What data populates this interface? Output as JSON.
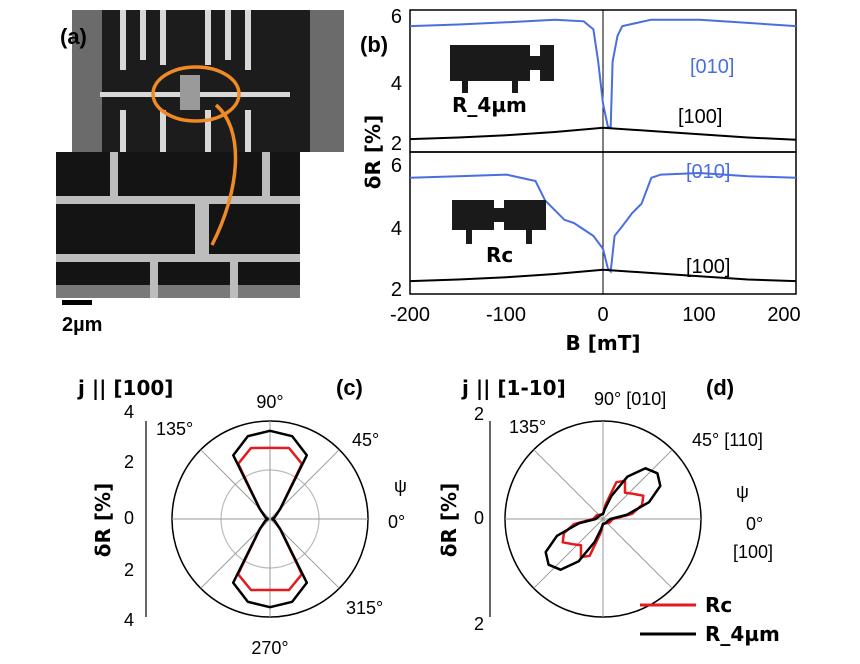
{
  "chart_data": [
    {
      "panel": "(a)",
      "type": "image",
      "scale_bar": "2µm"
    },
    {
      "panel": "(b)",
      "type": "line",
      "xlabel": "B [mT]",
      "ylabel": "δR [%]",
      "xlim": [
        -200,
        200
      ],
      "xticks": [
        "-200",
        "-100",
        "0",
        "100",
        "200"
      ],
      "subplots": [
        {
          "inset_label": "R_4µm",
          "ylim": [
            1.7,
            6.1
          ],
          "yticks": [
            "2",
            "4",
            "6"
          ],
          "series": [
            {
              "name": "[010]",
              "color": "#4a6ee0",
              "x": [
                -200,
                -150,
                -100,
                -50,
                -20,
                -10,
                -5,
                0,
                5,
                8,
                10,
                15,
                20,
                50,
                100,
                150,
                200
              ],
              "y": [
                5.6,
                5.65,
                5.72,
                5.8,
                5.75,
                5.5,
                4.5,
                3.2,
                2.5,
                2.45,
                4.5,
                5.3,
                5.6,
                5.8,
                5.8,
                5.7,
                5.6
              ]
            },
            {
              "name": "[100]",
              "color": "#000000",
              "x": [
                -200,
                -150,
                -100,
                -50,
                0,
                50,
                100,
                150,
                200
              ],
              "y": [
                2.1,
                2.15,
                2.22,
                2.32,
                2.45,
                2.35,
                2.25,
                2.15,
                2.08
              ]
            }
          ]
        },
        {
          "inset_label": "Rc",
          "ylim": [
            1.7,
            6.1
          ],
          "yticks": [
            "2",
            "4",
            "6"
          ],
          "series": [
            {
              "name": "[010]",
              "color": "#4a6ee0",
              "x": [
                -200,
                -150,
                -100,
                -70,
                -60,
                -40,
                -30,
                -20,
                -10,
                0,
                5,
                8,
                12,
                20,
                30,
                40,
                50,
                60,
                100,
                150,
                200
              ],
              "y": [
                5.3,
                5.35,
                5.4,
                5.2,
                4.6,
                4.0,
                3.9,
                3.7,
                3.5,
                3.1,
                2.5,
                2.4,
                3.5,
                3.8,
                4.2,
                4.5,
                5.3,
                5.4,
                5.45,
                5.35,
                5.3
              ]
            },
            {
              "name": "[100]",
              "color": "#000000",
              "x": [
                -200,
                -150,
                -100,
                -50,
                0,
                50,
                100,
                150,
                200
              ],
              "y": [
                2.1,
                2.15,
                2.22,
                2.32,
                2.45,
                2.35,
                2.25,
                2.15,
                2.1
              ]
            }
          ]
        }
      ]
    },
    {
      "panel": "(c)",
      "type": "polar",
      "title": "j || [100]",
      "ylabel": "δR [%]",
      "rmax": 4,
      "r_ticks_top": [
        "4",
        "2",
        "0"
      ],
      "r_ticks_bottom": [
        "2",
        "4"
      ],
      "angle_labels": [
        "90°",
        "45°",
        "0°",
        "315°",
        "270°",
        "135°"
      ],
      "psi_label": "ψ",
      "series": [
        {
          "name": "Rc",
          "color": "#e41a1c",
          "theta": [
            0,
            20,
            45,
            60,
            75,
            90,
            105,
            120,
            135,
            160,
            180,
            200,
            225,
            240,
            255,
            270,
            285,
            300,
            315,
            340
          ],
          "r": [
            0.1,
            0.2,
            0.6,
            2.6,
            3.0,
            2.9,
            3.0,
            2.6,
            0.6,
            0.2,
            0.1,
            0.2,
            0.6,
            2.6,
            3.0,
            2.9,
            3.0,
            2.6,
            0.6,
            0.2
          ]
        },
        {
          "name": "R_4µm",
          "color": "#000000",
          "theta": [
            0,
            20,
            45,
            60,
            75,
            90,
            105,
            120,
            135,
            160,
            180,
            200,
            225,
            240,
            255,
            270,
            285,
            300,
            315,
            340
          ],
          "r": [
            0.1,
            0.2,
            0.6,
            3.0,
            3.5,
            3.6,
            3.5,
            3.0,
            0.6,
            0.2,
            0.1,
            0.2,
            0.6,
            3.0,
            3.5,
            3.6,
            3.5,
            3.0,
            0.6,
            0.2
          ]
        }
      ]
    },
    {
      "panel": "(d)",
      "type": "polar",
      "title": "j || [1-10]",
      "ylabel": "δR [%]",
      "rmax": 2,
      "r_ticks_top": [
        "2",
        "0"
      ],
      "r_ticks_bottom": [
        "2"
      ],
      "angle_labels": [
        "90° [010]",
        "45° [110]",
        "0°",
        "[100]",
        "135°"
      ],
      "psi_label": "ψ",
      "legend": [
        {
          "name": "Rc",
          "color": "#e41a1c"
        },
        {
          "name": "R_4µm",
          "color": "#000000"
        }
      ],
      "series": [
        {
          "name": "Rc",
          "color": "#e41a1c",
          "theta": [
            0,
            10,
            20,
            30,
            40,
            50,
            60,
            70,
            80,
            90,
            100,
            120,
            150,
            180,
            190,
            200,
            210,
            220,
            230,
            240,
            250,
            260,
            270,
            280,
            300,
            330
          ],
          "r": [
            0.2,
            0.6,
            0.85,
            0.95,
            0.8,
            0.7,
            0.9,
            0.8,
            0.3,
            0.1,
            0.1,
            0.1,
            0.15,
            0.2,
            0.6,
            0.85,
            0.95,
            0.8,
            0.7,
            0.9,
            0.8,
            0.3,
            0.1,
            0.1,
            0.1,
            0.15
          ]
        },
        {
          "name": "R_4µm",
          "color": "#000000",
          "theta": [
            0,
            10,
            20,
            30,
            40,
            50,
            60,
            70,
            80,
            90,
            120,
            150,
            180,
            190,
            200,
            210,
            220,
            230,
            240,
            250,
            260,
            270,
            300,
            330
          ],
          "r": [
            0.15,
            0.5,
            1.0,
            1.35,
            1.45,
            1.35,
            1.0,
            0.5,
            0.2,
            0.1,
            0.1,
            0.1,
            0.15,
            0.5,
            1.0,
            1.35,
            1.45,
            1.35,
            1.0,
            0.5,
            0.2,
            0.1,
            0.1,
            0.1
          ]
        }
      ]
    }
  ]
}
